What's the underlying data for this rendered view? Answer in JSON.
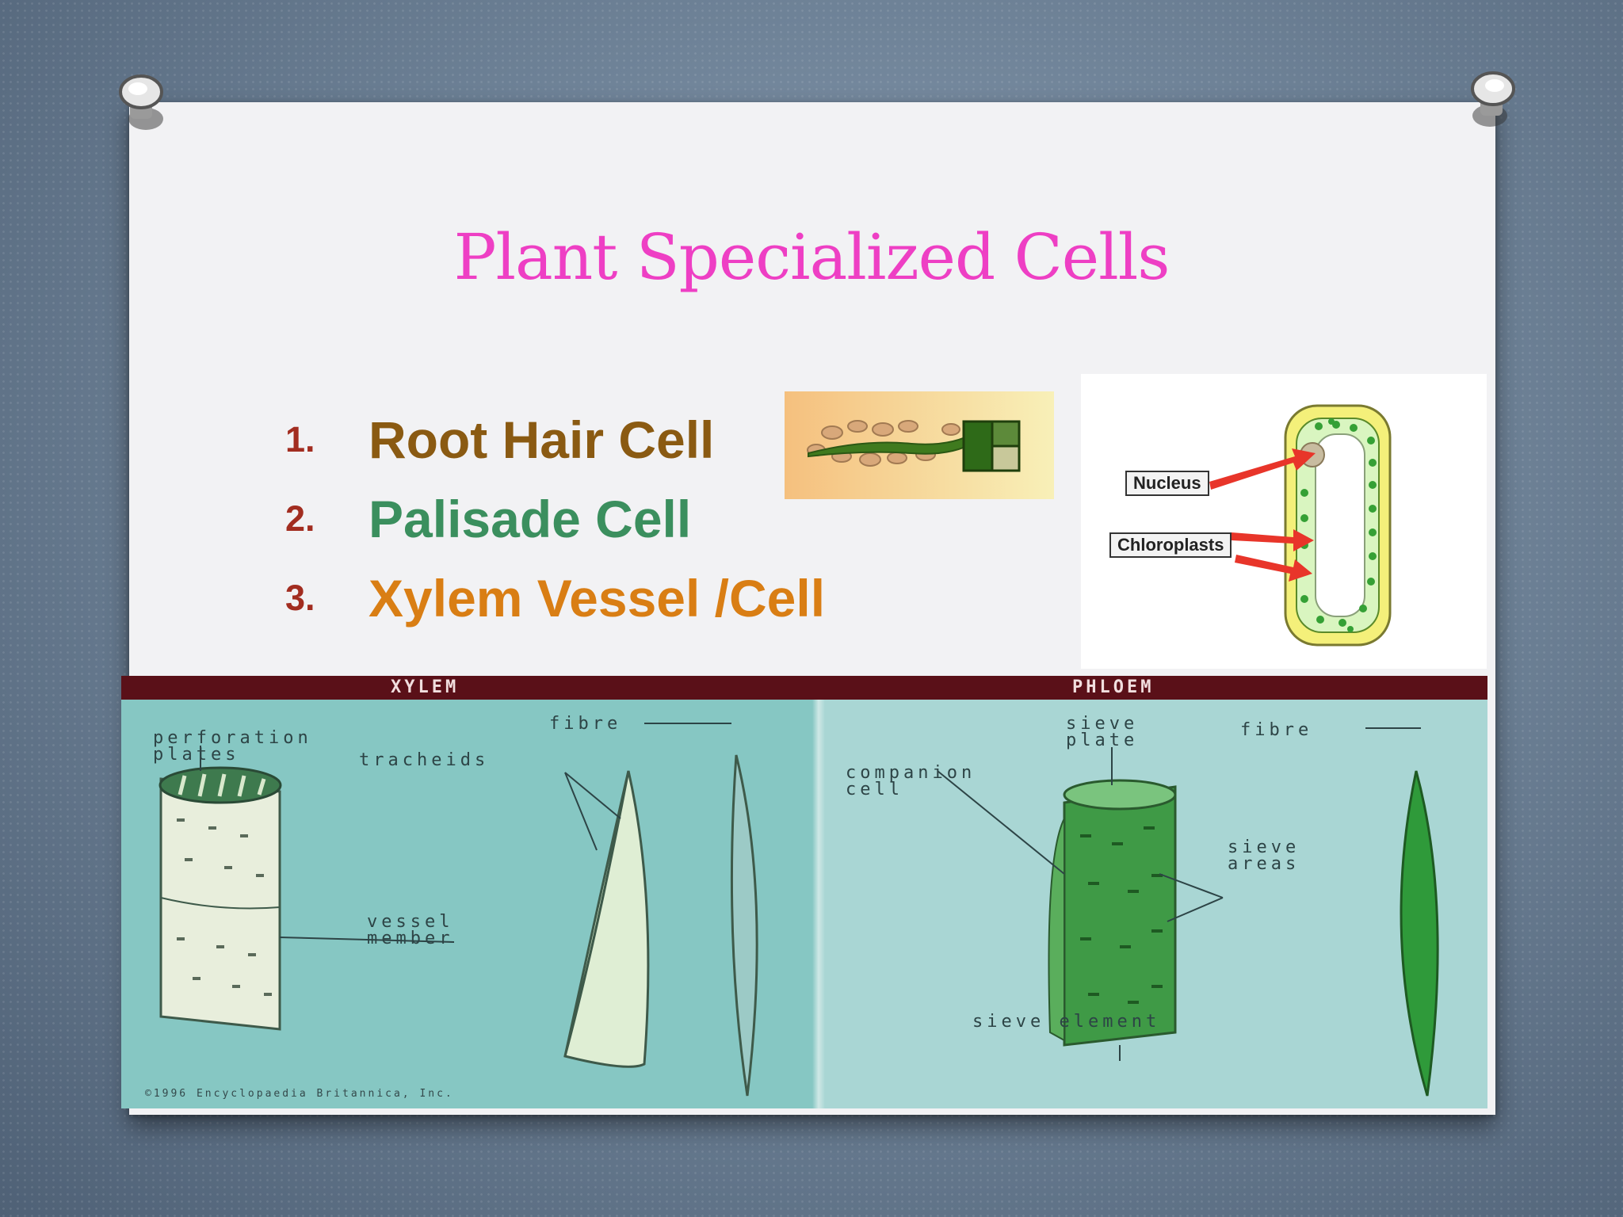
{
  "slide": {
    "title": "Plant Specialized Cells",
    "items": [
      {
        "num": "1.",
        "label": "Root Hair Cell",
        "color": "#8a5a12"
      },
      {
        "num": "2.",
        "label": "Palisade Cell",
        "color": "#3b8f5e"
      },
      {
        "num": "3.",
        "label": "Xylem Vessel /Cell",
        "color": "#d97e14"
      }
    ]
  },
  "palisade_diagram": {
    "nucleus_label": "Nucleus",
    "chloroplasts_label": "Chloroplasts"
  },
  "xylem_phloem": {
    "xylem_header": "XYLEM",
    "phloem_header": "PHLOEM",
    "perforation_plates": "perforation\nplates",
    "tracheids": "tracheids",
    "fibre_left": "fibre",
    "vessel_member": "vessel\nmember",
    "sieve_plate": "sieve\nplate",
    "fibre_right": "fibre",
    "companion_cell": "companion\ncell",
    "sieve_areas": "sieve\nareas",
    "sieve_element": "sieve element",
    "copyright": "©1996 Encyclopaedia Britannica, Inc."
  },
  "colors": {
    "title": "#ee3fc4",
    "number": "#a22d20",
    "banner": "#5a1018"
  }
}
